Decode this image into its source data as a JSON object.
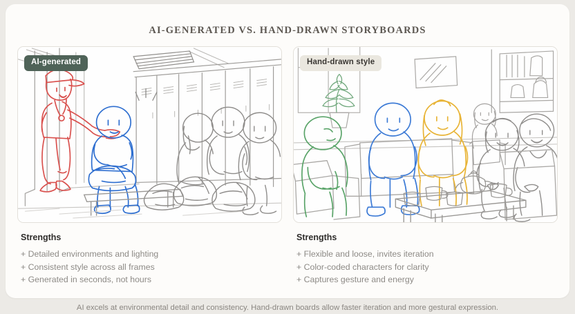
{
  "header": {
    "title": "AI-generated vs. hand-drawn storyboards"
  },
  "panels": [
    {
      "badge": "AI-generated",
      "badge_style": "dark",
      "strengths_title": "Strengths",
      "strengths": [
        "+ Detailed environments and lighting",
        "+ Consistent style across all frames",
        "+ Generated in seconds, not hours"
      ],
      "scene": {
        "description": "Coach in red pointing, blue seated student with bag on bench, three pencil students with backpacks by lockers",
        "accent_colors": [
          "#d94f4f",
          "#2f6fd0"
        ]
      }
    },
    {
      "badge": "Hand-drawn style",
      "badge_style": "light",
      "strengths_title": "Strengths",
      "strengths": [
        "+ Flexible and loose, invites iteration",
        "+ Color-coded characters for clarity",
        "+ Captures gesture and energy"
      ],
      "scene": {
        "description": "Living room with green, blue and yellow figures on sofa, pencil figures in armchairs, coffee table with teapot and cups",
        "accent_colors": [
          "#5aa469",
          "#3d7bd6",
          "#e8b437"
        ]
      }
    }
  ],
  "footer": {
    "caption": "AI excels at environmental detail and consistency. Hand-drawn boards allow faster iteration and more gestural expression."
  },
  "colors": {
    "page_background": "#eceae6",
    "card_background": "#fdfcfa",
    "title": "#5d5852",
    "badge_dark": "#4f6358",
    "badge_light": "#eae7df",
    "body_text": "#8d8a86",
    "heading_text": "#2f2d2b",
    "pencil": "#8e8c8a"
  }
}
